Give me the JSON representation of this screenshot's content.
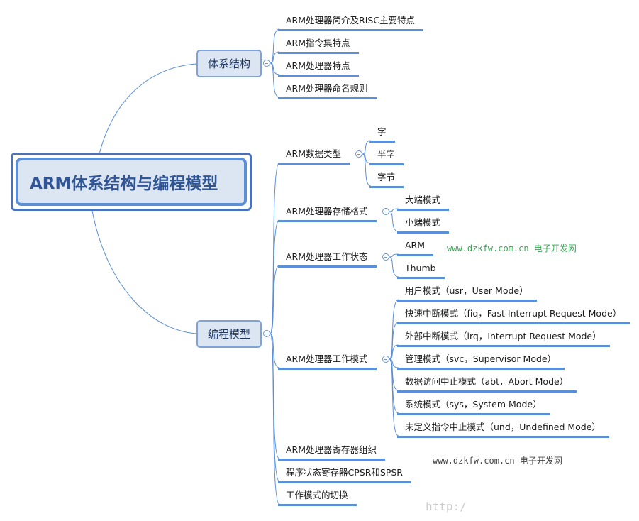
{
  "root": {
    "title": "ARM体系结构与编程模型"
  },
  "branches": [
    {
      "label": "体系结构",
      "children": [
        "ARM处理器简介及RISC主要特点",
        "ARM指令集特点",
        "ARM处理器特点",
        "ARM处理器命名规则"
      ]
    },
    {
      "label": "编程模型",
      "children": [
        {
          "label": "ARM数据类型",
          "children": [
            "字",
            "半字",
            "字节"
          ]
        },
        {
          "label": "ARM处理器存储格式",
          "children": [
            "大端模式",
            "小端模式"
          ]
        },
        {
          "label": "ARM处理器工作状态",
          "children": [
            "ARM",
            "Thumb"
          ]
        },
        {
          "label": "ARM处理器工作模式",
          "children": [
            "用户模式（usr，User Mode）",
            "快速中断模式（fiq，Fast Interrupt Request Mode）",
            "外部中断模式（irq，Interrupt Request Mode）",
            "管理模式（svc，Supervisor Mode）",
            "数据访问中止模式（abt，Abort Mode）",
            "系统模式（sys，System Mode）",
            "未定义指令中止模式（und，Undefined Mode）"
          ]
        },
        {
          "label": "ARM处理器寄存器组织"
        },
        {
          "label": "程序状态寄存器CPSR和SPSR"
        },
        {
          "label": "工作模式的切换"
        }
      ]
    }
  ],
  "watermarks": [
    "www.dzkfw.com.cn 电子开发网",
    "www.dzkfw.com.cn 电子开发网",
    "http:/"
  ],
  "colors": {
    "line": "#5b8fd6",
    "node_fill": "#dce6f2",
    "root_text": "#2f5597"
  }
}
